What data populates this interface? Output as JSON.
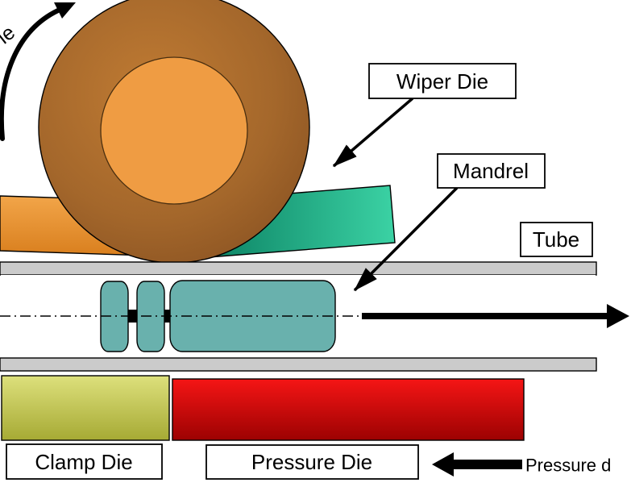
{
  "labels": {
    "wiper_die": "Wiper Die",
    "mandrel": "Mandrel",
    "tube": "Tube",
    "clamp_die": "Clamp Die",
    "pressure_die": "Pressure Die",
    "pressure_direction": "Pressure d",
    "bend_die_partial": "ie"
  },
  "colors": {
    "bend_die_outer": "#a4672b",
    "bend_die_hub": "#ef9c43",
    "upper_clamp_block": "#ed9434",
    "wiper_die": "#17a37d",
    "tube_wall": "#cbcbcb",
    "mandrel_body": "#69b1ad",
    "mandrel_link": "#000000",
    "clamp_die": "#c9cd5a",
    "pressure_die": "#dd0f0f",
    "arrow": "#000000"
  }
}
